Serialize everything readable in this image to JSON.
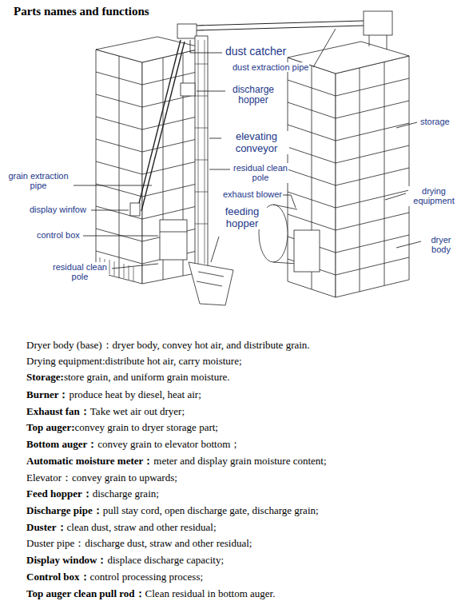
{
  "diagram": {
    "title": "Parts names and functions",
    "labels": [
      "dust catcher",
      "dust extraction pipe",
      "discharge hopper",
      "elevating conveyor",
      "residual clean pole",
      "grain extraction pipe",
      "exhaust blower",
      "display winfow",
      "feeding hopper",
      "control box",
      "residual clean pole",
      "storage",
      "drying equipment",
      "dryer body",
      "Dryer body (base)：",
      "dryer body, convey hot air, and distribute grain.",
      "Drying equipment:",
      "distribute hot air, carry moisture;",
      "Storage:",
      "store grain, and uniform grain moisture.",
      "Burner：",
      "produce heat by diesel, heat air;",
      "Exhaust fan：",
      "Take wet air out dryer;",
      "Top auger:",
      "convey grain to dryer storage part;",
      "Bottom auger：",
      "convey grain to elevator bottom；",
      "Automatic moisture meter：",
      "meter and display grain moisture content;",
      "Elevator：",
      "convey grain to upwards;",
      "Feed hopper：",
      "discharge grain;",
      "Discharge pipe：",
      "pull stay cord, open discharge gate, discharge grain;",
      "Duster：",
      "clean dust, straw and other residual;",
      "Duster pipe：",
      "discharge dust, straw and other residual;",
      "Display window：",
      "displace discharge capacity;",
      "Control box：",
      "control processing process;",
      "Top auger clean pull rod：",
      "Clean residual in bottom auger."
    ]
  }
}
